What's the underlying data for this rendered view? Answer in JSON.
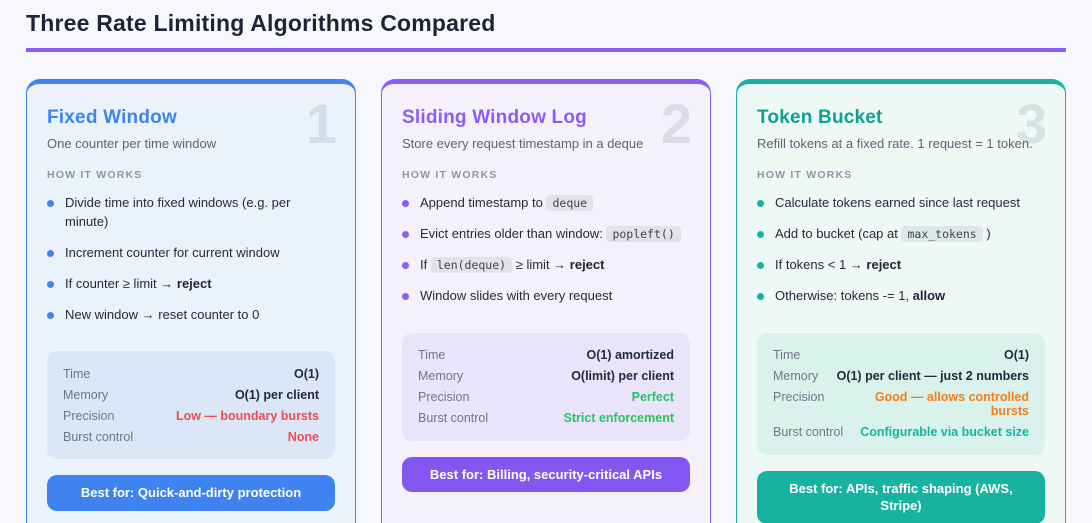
{
  "page": {
    "title": "Three Rate Limiting Algorithms Compared",
    "underline_color": "#8b5cf6",
    "background": "#f7f8fb"
  },
  "labels": {
    "how_it_works": "HOW IT WORKS"
  },
  "cards": [
    {
      "id": "fixed-window",
      "number": "1",
      "title": "Fixed Window",
      "subtitle": "One counter per time window",
      "accent": "#3f83f1",
      "title_color": "#3f83f1",
      "card_bg": "#ebf2fc",
      "panel_bg": "#dbe6f7",
      "badge_bg": "#3f83f1",
      "bullets": [
        [
          {
            "t": "text",
            "v": "Divide time into fixed windows (e.g. per minute)"
          }
        ],
        [
          {
            "t": "text",
            "v": "Increment counter for current window"
          }
        ],
        [
          {
            "t": "text",
            "v": "If counter ≥ limit → "
          },
          {
            "t": "b",
            "v": "reject"
          }
        ],
        [
          {
            "t": "text",
            "v": "New window → reset counter to 0"
          }
        ]
      ],
      "stats": [
        {
          "label": "Time",
          "value": "O(1)",
          "color": "#222a3b"
        },
        {
          "label": "Memory",
          "value": "O(1) per client",
          "color": "#222a3b"
        },
        {
          "label": "Precision",
          "value": "Low — boundary bursts",
          "color": "#f04a52"
        },
        {
          "label": "Burst control",
          "value": "None",
          "color": "#f04a52"
        }
      ],
      "best_for": "Best for: Quick-and-dirty protection"
    },
    {
      "id": "sliding-window-log",
      "number": "2",
      "title": "Sliding Window Log",
      "subtitle": "Store every request timestamp in a deque",
      "accent": "#8b5cf6",
      "title_color": "#8b5cf6",
      "card_bg": "#f4f1fc",
      "panel_bg": "#e9e4f9",
      "badge_bg": "#8457f2",
      "bullets": [
        [
          {
            "t": "text",
            "v": "Append timestamp to "
          },
          {
            "t": "code",
            "v": "deque"
          }
        ],
        [
          {
            "t": "text",
            "v": "Evict entries older than window: "
          },
          {
            "t": "code",
            "v": "popleft()"
          }
        ],
        [
          {
            "t": "text",
            "v": "If "
          },
          {
            "t": "code",
            "v": "len(deque)"
          },
          {
            "t": "text",
            "v": " ≥ limit → "
          },
          {
            "t": "b",
            "v": "reject"
          }
        ],
        [
          {
            "t": "text",
            "v": "Window slides with every request"
          }
        ]
      ],
      "stats": [
        {
          "label": "Time",
          "value": "O(1) amortized",
          "color": "#222a3b"
        },
        {
          "label": "Memory",
          "value": "O(limit) per client",
          "color": "#222a3b"
        },
        {
          "label": "Precision",
          "value": "Perfect",
          "color": "#25c55f"
        },
        {
          "label": "Burst control",
          "value": "Strict enforcement",
          "color": "#25c55f"
        }
      ],
      "best_for": "Best for: Billing, security-critical APIs"
    },
    {
      "id": "token-bucket",
      "number": "3",
      "title": "Token Bucket",
      "subtitle": "Refill tokens at a fixed rate. 1 request = 1 token.",
      "accent": "#17b3a0",
      "title_color": "#0ea291",
      "card_bg": "#eef9f6",
      "panel_bg": "#d9f3ec",
      "badge_bg": "#17b3a0",
      "bullets": [
        [
          {
            "t": "text",
            "v": "Calculate tokens earned since last request"
          }
        ],
        [
          {
            "t": "text",
            "v": "Add to bucket (cap at "
          },
          {
            "t": "code",
            "v": "max_tokens"
          },
          {
            "t": "text",
            "v": " )"
          }
        ],
        [
          {
            "t": "text",
            "v": "If tokens < 1 → "
          },
          {
            "t": "b",
            "v": "reject"
          }
        ],
        [
          {
            "t": "text",
            "v": "Otherwise: tokens -= 1, "
          },
          {
            "t": "b",
            "v": "allow"
          }
        ]
      ],
      "stats": [
        {
          "label": "Time",
          "value": "O(1)",
          "color": "#222a3b"
        },
        {
          "label": "Memory",
          "value": "O(1) per client — just 2 numbers",
          "color": "#222a3b"
        },
        {
          "label": "Precision",
          "value": "Good — allows controlled bursts",
          "color": "#f97c16"
        },
        {
          "label": "Burst control",
          "value": "Configurable via bucket size",
          "color": "#16b3a1"
        }
      ],
      "best_for": "Best for: APIs, traffic shaping (AWS, Stripe)"
    }
  ]
}
